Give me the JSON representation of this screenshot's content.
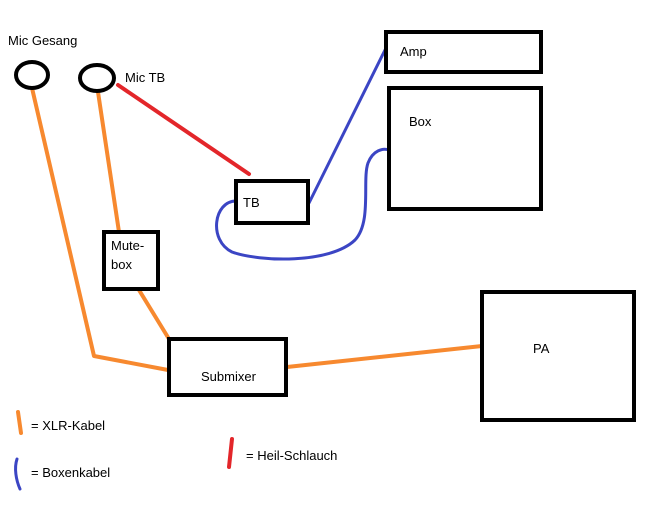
{
  "colors": {
    "xlr": "#f7892f",
    "speaker_cable": "#3b45c4",
    "heil": "#e3262a",
    "outline": "#000000"
  },
  "nodes": {
    "mic_vocal": "Mic Gesang",
    "mic_tb": "Mic TB",
    "amp": "Amp",
    "box": "Box",
    "tb": "TB",
    "mutebox_line1": "Mute-",
    "mutebox_line2": "box",
    "submixer": "Submixer",
    "pa": "PA"
  },
  "legend": {
    "xlr": "= XLR-Kabel",
    "speaker_cable": "= Boxenkabel",
    "heil": "= Heil-Schlauch"
  },
  "connections": [
    {
      "from": "Mic Gesang",
      "to": "Submixer",
      "cable": "XLR-Kabel"
    },
    {
      "from": "Mic TB",
      "to": "Mute-box",
      "cable": "XLR-Kabel"
    },
    {
      "from": "Mute-box",
      "to": "Submixer",
      "cable": "XLR-Kabel"
    },
    {
      "from": "Submixer",
      "to": "PA",
      "cable": "XLR-Kabel"
    },
    {
      "from": "Mic TB",
      "to": "TB",
      "cable": "Heil-Schlauch"
    },
    {
      "from": "TB",
      "to": "Amp",
      "cable": "Boxenkabel"
    },
    {
      "from": "TB",
      "to": "Box",
      "cable": "Boxenkabel"
    }
  ]
}
